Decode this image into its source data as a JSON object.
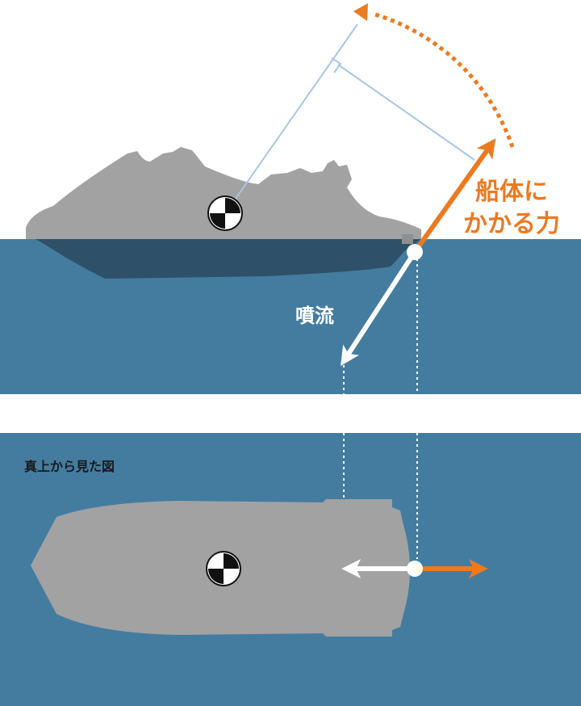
{
  "colors": {
    "water": "#447ca0",
    "hull": "#a2a2a2",
    "hull_underwater": "#2e5069",
    "force": "#ec7a21",
    "guide": "#a9c6e5",
    "jet": "#ffffff"
  },
  "labels": {
    "force_line1": "船体に",
    "force_line2": "かかる力",
    "jet": "噴流",
    "top_view": "真上から見た図"
  },
  "icons": {
    "center_of_gravity": "center-of-gravity-icon",
    "rotation": "dotted-rotation-arrow-icon"
  }
}
